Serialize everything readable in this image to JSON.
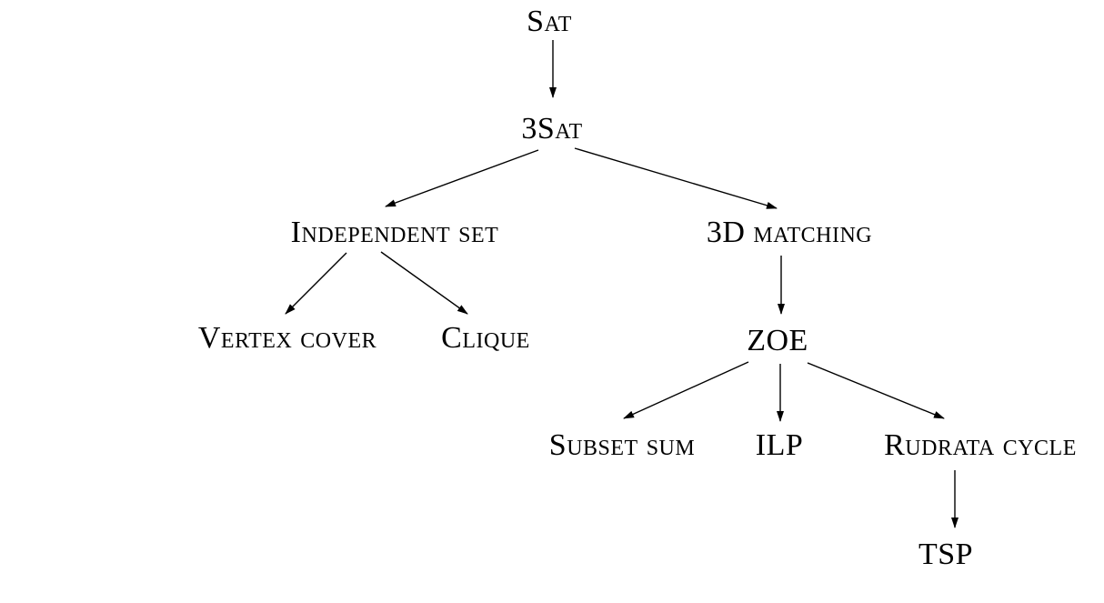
{
  "diagram": {
    "nodes": {
      "sat": "Sat",
      "three_sat": "3Sat",
      "independent_set": "Independent set",
      "three_d_matching": "3D matching",
      "vertex_cover": "Vertex cover",
      "clique": "Clique",
      "zoe": "ZOE",
      "subset_sum": "Subset sum",
      "ilp": "ILP",
      "rudrata_cycle": "Rudrata cycle",
      "tsp": "TSP"
    },
    "edges": [
      {
        "from": "sat",
        "to": "three_sat"
      },
      {
        "from": "three_sat",
        "to": "independent_set"
      },
      {
        "from": "three_sat",
        "to": "three_d_matching"
      },
      {
        "from": "independent_set",
        "to": "vertex_cover"
      },
      {
        "from": "independent_set",
        "to": "clique"
      },
      {
        "from": "three_d_matching",
        "to": "zoe"
      },
      {
        "from": "zoe",
        "to": "subset_sum"
      },
      {
        "from": "zoe",
        "to": "ilp"
      },
      {
        "from": "zoe",
        "to": "rudrata_cycle"
      },
      {
        "from": "rudrata_cycle",
        "to": "tsp"
      }
    ]
  }
}
